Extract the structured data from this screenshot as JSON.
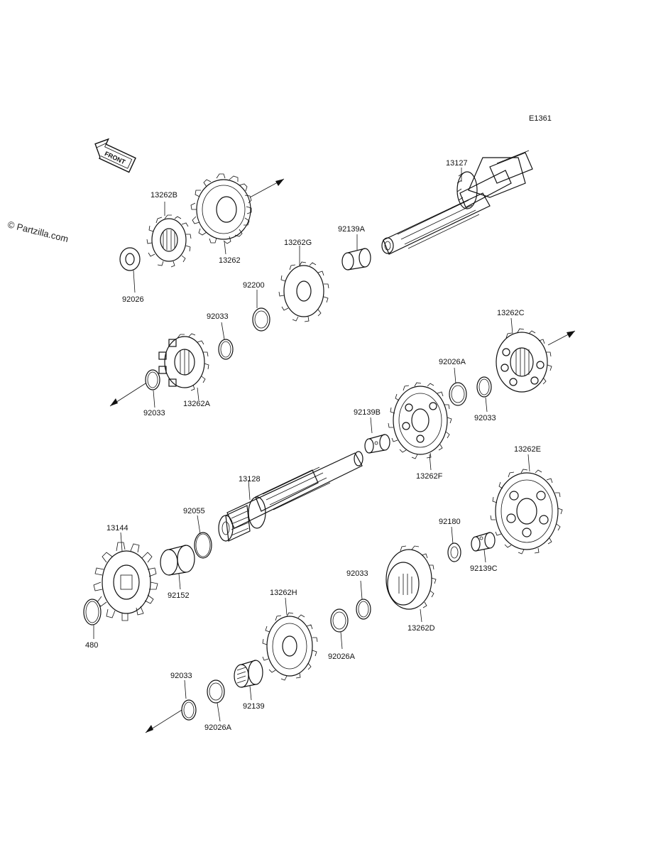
{
  "diagram_id": "E1361",
  "watermark": "© Partzilla.com",
  "front_label": "FRONT",
  "footer_text": "",
  "labels": {
    "p13127": "13127",
    "p13262B": "13262B",
    "p13262": "13262",
    "p92026": "92026",
    "p13262G": "13262G",
    "p92139A": "92139A",
    "p92200": "92200",
    "p92033_a": "92033",
    "p13262A": "13262A",
    "p92033_b": "92033",
    "p13262C": "13262C",
    "p92026A_a": "92026A",
    "p92033_c": "92033",
    "p92139B": "92139B",
    "p13262F": "13262F",
    "p13262E": "13262E",
    "p13128": "13128",
    "p92055": "92055",
    "p13144": "13144",
    "p92180": "92180",
    "p92139C": "92139C",
    "p92152": "92152",
    "p92033_d": "92033",
    "p13262D": "13262D",
    "p480": "480",
    "p13262H": "13262H",
    "p92026A_b": "92026A",
    "p92033_e": "92033",
    "p92139": "92139",
    "p92026A_c": "92026A"
  }
}
